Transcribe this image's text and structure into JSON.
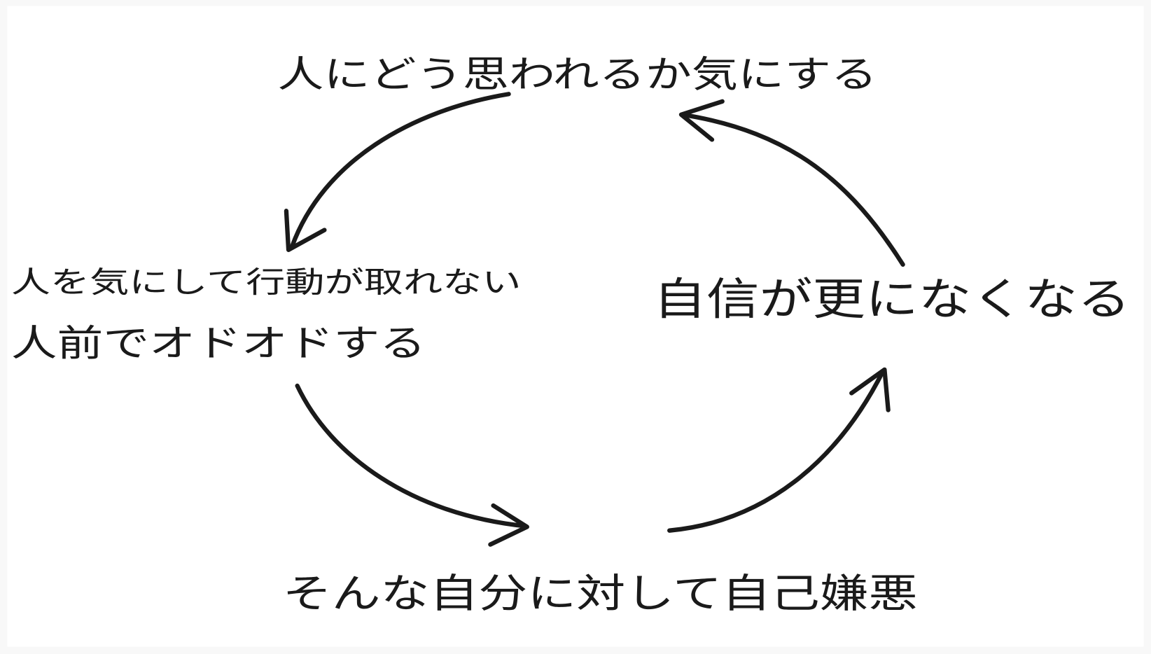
{
  "diagram": {
    "type": "cycle",
    "nodes": [
      {
        "id": "top",
        "text": "人にどう思われるか気にする"
      },
      {
        "id": "left_line1",
        "text": "人を気にして行動が取れない"
      },
      {
        "id": "left_line2",
        "text": "人前でオドオドする"
      },
      {
        "id": "bottom",
        "text": "そんな自分に対して自己嫌悪"
      },
      {
        "id": "right",
        "text": "自信が更になくなる"
      }
    ],
    "edges": [
      {
        "from": "top",
        "to": "left"
      },
      {
        "from": "left",
        "to": "bottom"
      },
      {
        "from": "bottom",
        "to": "right"
      },
      {
        "from": "right",
        "to": "top"
      }
    ],
    "colors": {
      "ink": "#1a1a1a",
      "paper": "#ffffff",
      "border": "#f8f8f8"
    }
  }
}
